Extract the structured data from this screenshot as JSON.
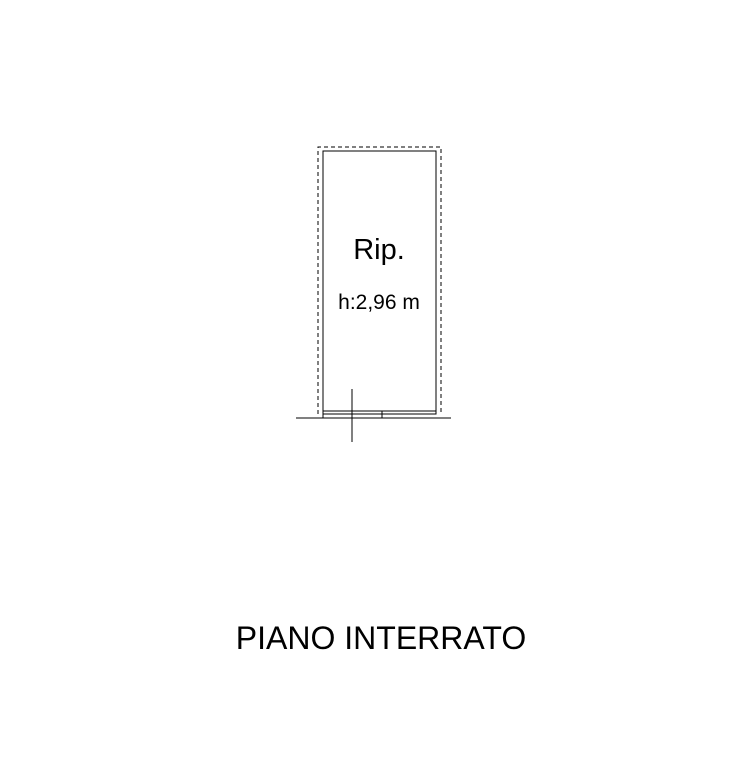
{
  "room": {
    "name": "Rip.",
    "height_label": "h:2,96 m"
  },
  "floor": {
    "title": "PIANO INTERRATO"
  },
  "colors": {
    "line": "#000000",
    "background": "#ffffff"
  }
}
